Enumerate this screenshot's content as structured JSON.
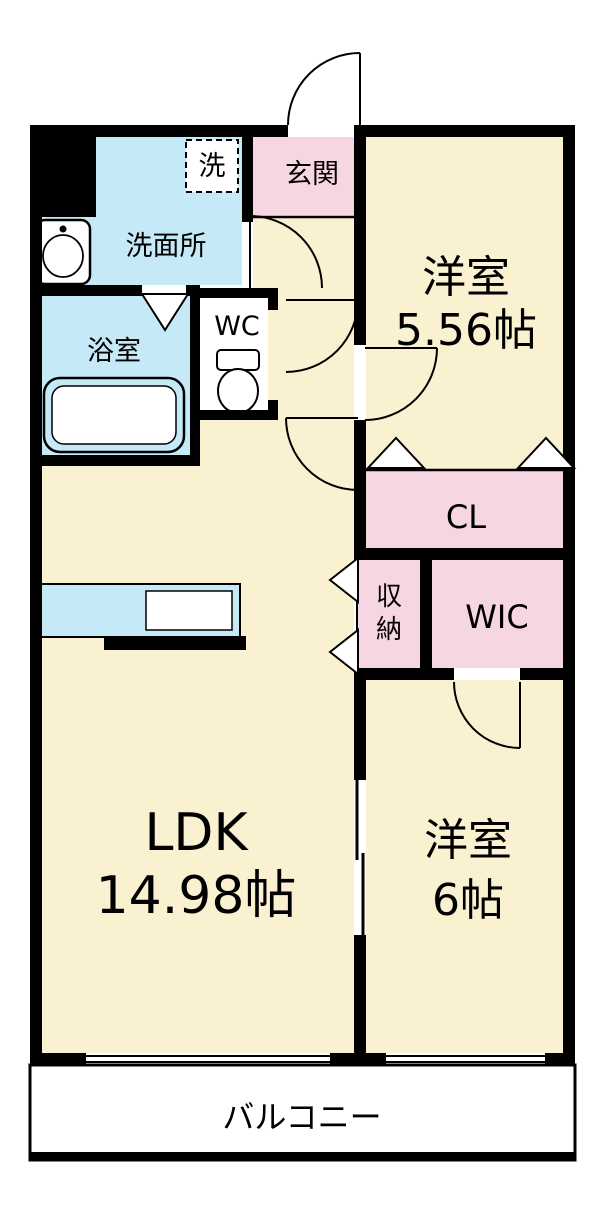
{
  "title": "apartment-floor-plan",
  "colors": {
    "room_cream": "#FAF1D0",
    "room_pink": "#F7D6E4",
    "room_blue": "#C6E9F8",
    "wall_black": "#000000",
    "background": "#FFFFFF"
  },
  "rooms": {
    "entrance": {
      "label": "玄関"
    },
    "washroom": {
      "label": "洗面所"
    },
    "washer": {
      "label": "洗"
    },
    "bathroom": {
      "label": "浴室"
    },
    "toilet": {
      "label": "WC"
    },
    "bedroom1": {
      "label": "洋室",
      "size": "5.56帖"
    },
    "closet": {
      "label": "CL"
    },
    "storage": {
      "label_top": "収",
      "label_bottom": "納"
    },
    "wic": {
      "label": "WIC"
    },
    "ldk": {
      "label": "LDK",
      "size": "14.98帖"
    },
    "bedroom2": {
      "label": "洋室",
      "size": "6帖"
    },
    "balcony": {
      "label": "バルコニー"
    }
  }
}
